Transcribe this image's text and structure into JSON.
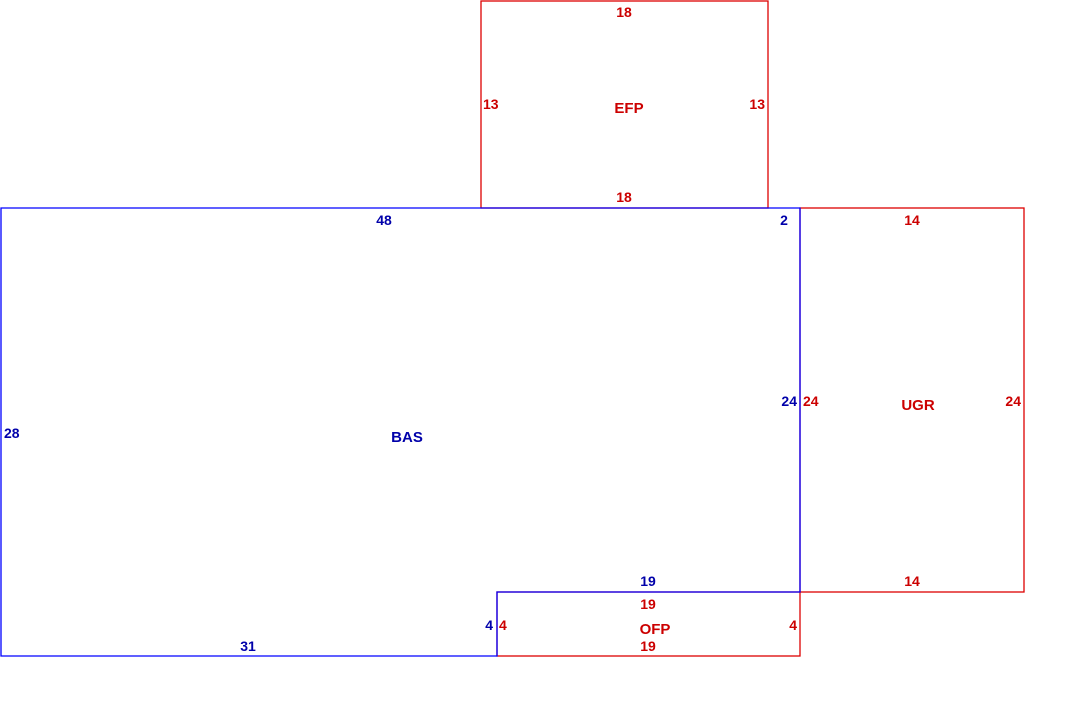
{
  "colors": {
    "main": "#0000ff",
    "main_text": "#0000aa",
    "addition": "#dd0000",
    "addition_text": "#cc0000"
  },
  "areas": {
    "bas": {
      "label": "BAS",
      "top": "48",
      "top_right": "2",
      "left": "28",
      "right": "24",
      "bottom": "31",
      "bottom_step": "19",
      "notch": "4"
    },
    "efp": {
      "label": "EFP",
      "top": "18",
      "bottom": "18",
      "left": "13",
      "right": "13"
    },
    "ugr": {
      "label": "UGR",
      "top": "14",
      "bottom": "14",
      "left": "24",
      "right": "24"
    },
    "ofp": {
      "label": "OFP",
      "top": "19",
      "bottom": "19",
      "left": "4",
      "right": "4"
    }
  }
}
